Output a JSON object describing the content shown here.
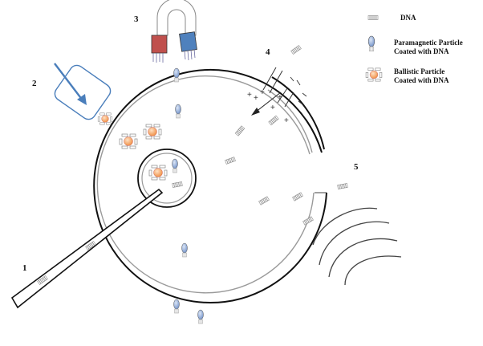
{
  "step_labels": [
    "1",
    "2",
    "3",
    "4",
    "5"
  ],
  "legend": {
    "dna": "DNA",
    "paramagnetic_line1": "Paramagnetic Particle",
    "paramagnetic_line2": "Coated with DNA",
    "ballistic_line1": "Ballistic Particle",
    "ballistic_line2": "Coated with DNA"
  },
  "colors": {
    "magnet_red": "#c0504d",
    "magnet_blue": "#4f81bd",
    "arrow_blue": "#4a7ebb",
    "ballistic_orange": "#f4a460",
    "paramagnetic_blue": "#8aa6d6",
    "outline": "#111111",
    "membrane_gray": "#9a9a9a"
  },
  "icons": {
    "dna": "dna-strand-icon",
    "paramagnetic": "paramagnetic-particle-icon",
    "ballistic": "ballistic-particle-icon",
    "magnet": "horseshoe-magnet-icon",
    "needle": "microinjection-needle-icon",
    "ultrasound": "ultrasound-waves-icon"
  }
}
